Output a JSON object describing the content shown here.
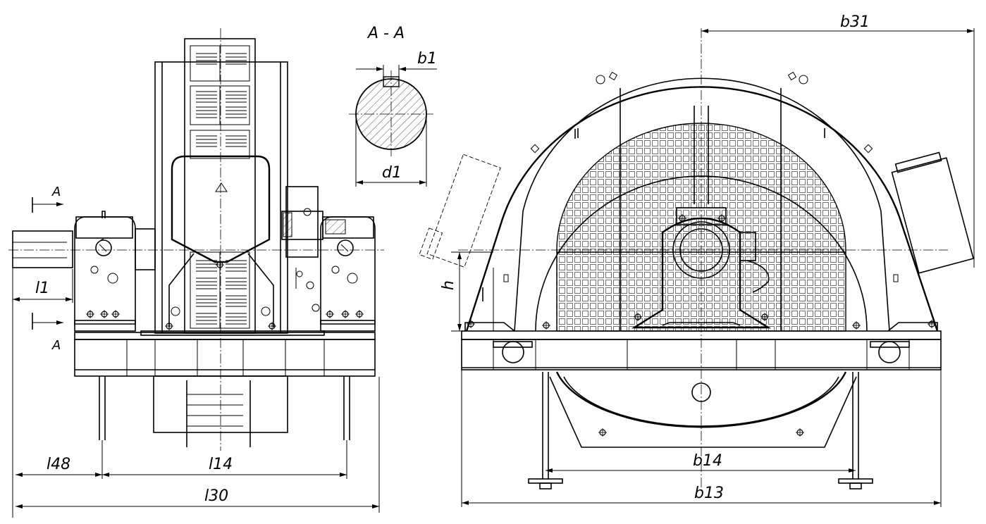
{
  "section": {
    "title": "A - A"
  },
  "labels": {
    "b1": "b1",
    "d1": "d1",
    "section_mark_top": "A",
    "section_mark_bottom": "A",
    "l1": "l1",
    "l48": "l48",
    "l14": "l14",
    "l30": "l30",
    "h": "h",
    "b31": "b31",
    "b14": "b14",
    "b13": "b13"
  }
}
